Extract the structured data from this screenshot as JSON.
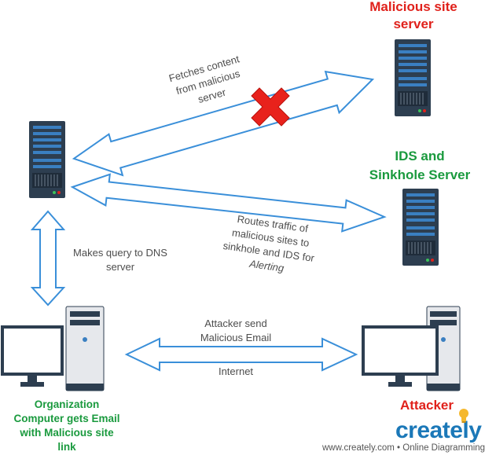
{
  "nodes": {
    "malicious_server": {
      "label_line1": "Malicious site",
      "label_line2": "server"
    },
    "ids_server": {
      "label_line1": "IDS and",
      "label_line2": "Sinkhole Server"
    },
    "org_computer": {
      "label_lines": [
        "Organization",
        "Computer gets Email",
        "with Malicious site",
        "link"
      ]
    },
    "attacker": {
      "label": "Attacker"
    }
  },
  "edges": {
    "fetch": {
      "lines": [
        "Fetches content",
        "from  malicious",
        "server"
      ],
      "blocked": true
    },
    "routes": {
      "lines": [
        "Routes traffic of",
        "malicious sites to",
        "sinkhole and IDS for",
        "Alerting"
      ]
    },
    "dns_query": {
      "lines": [
        "Makes query to DNS",
        "server"
      ]
    },
    "email": {
      "line1": "Attacker send",
      "line2": "Malicious Email",
      "line3": "Internet"
    }
  },
  "colors": {
    "arrow_stroke": "#3a8fd9",
    "red": "#e0211b",
    "green": "#1a9a3e",
    "server_dark": "#2d3e50",
    "server_blue": "#3a7fc1"
  },
  "footer": {
    "site": "www.creately.com",
    "separator": "•",
    "tagline": "Online Diagramming"
  },
  "logo": {
    "text": "creately"
  }
}
